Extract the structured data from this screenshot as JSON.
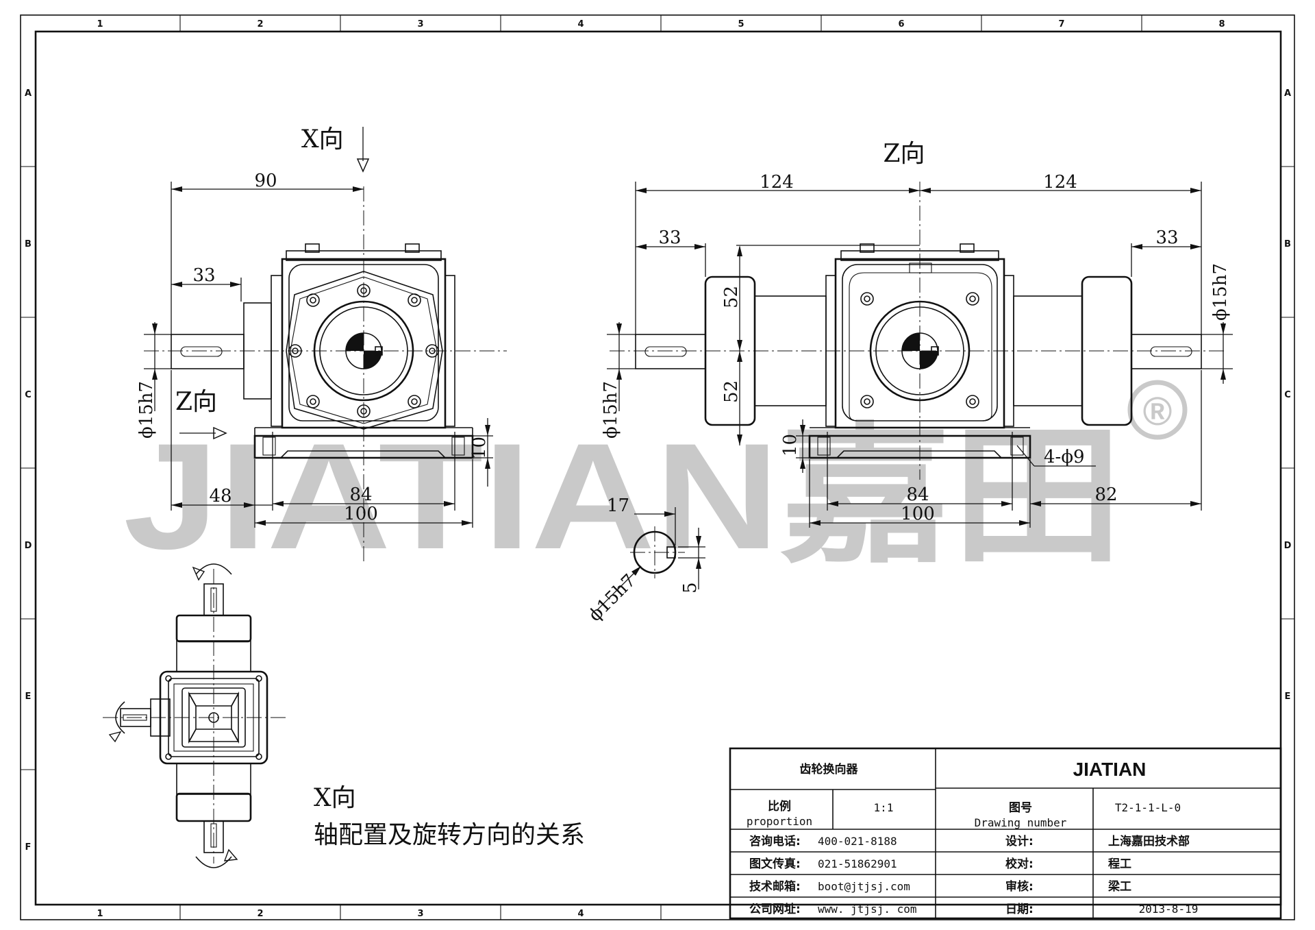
{
  "border": {
    "columns": [
      "1",
      "2",
      "3",
      "4",
      "5",
      "6",
      "7",
      "8"
    ],
    "rows": [
      "A",
      "B",
      "C",
      "D",
      "E",
      "F"
    ]
  },
  "watermark": {
    "text": "JIATIAN嘉田",
    "mark": "®"
  },
  "views": {
    "x_view_arrow_label": "X向",
    "z_view_title": "Z向",
    "z_arrow_label": "Z向",
    "bottom_label_line1": "X向",
    "bottom_label_line2": "轴配置及旋转方向的关系"
  },
  "dimensions": {
    "left_90": "90",
    "left_33": "33",
    "left_shaft_dia": "ϕ15h7",
    "left_48": "48",
    "left_84": "84",
    "left_100": "100",
    "left_10": "10",
    "right_124_left": "124",
    "right_124_right": "124",
    "right_33_left": "33",
    "right_33_right": "33",
    "right_52_top": "52",
    "right_52_bottom": "52",
    "right_shaft_dia_left": "ϕ15h7",
    "right_shaft_dia_right": "ϕ15h7",
    "right_10": "10",
    "right_holes": "4-ϕ9",
    "right_84": "84",
    "right_100": "100",
    "right_82": "82",
    "key_17": "17",
    "key_5": "5",
    "key_dia": "ϕ15h7"
  },
  "title_block": {
    "product_name": "齿轮换向器",
    "brand": "JIATIAN",
    "scale_label_cn": "比例",
    "scale_label_en": "proportion",
    "scale_value": "1:1",
    "drawing_no_label_cn": "图号",
    "drawing_no_label_en": "Drawing number",
    "drawing_no_value": "T2-1-1-L-0",
    "phone_label": "咨询电话:",
    "phone_value": "400-021-8188",
    "fax_label": "图文传真:",
    "fax_value": "021-51862901",
    "email_label": "技术邮箱:",
    "email_value": "boot@jtjsj.com",
    "web_label": "公司网址:",
    "web_value": "www. jtjsj. com",
    "design_label": "设计:",
    "design_value": "上海嘉田技术部",
    "check_label": "校对:",
    "check_value": "程工",
    "review_label": "审核:",
    "review_value": "梁工",
    "date_label": "日期:",
    "date_value": "2013-8-19"
  }
}
